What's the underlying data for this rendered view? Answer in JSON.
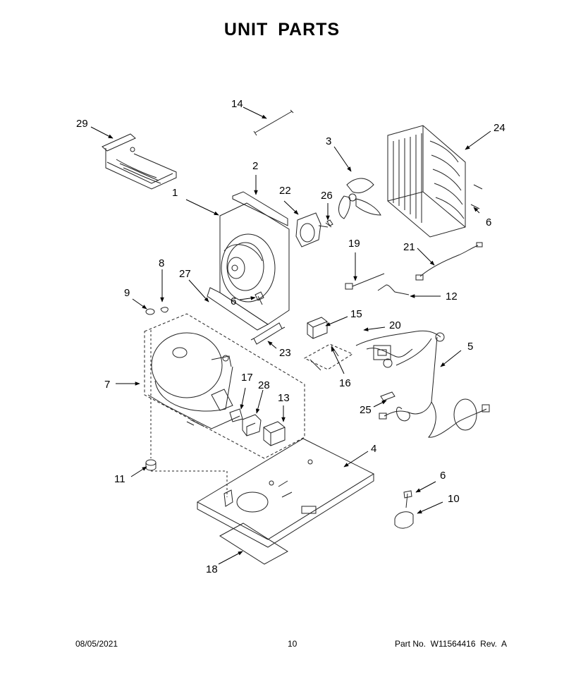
{
  "title": "UNIT PARTS",
  "footer": {
    "date": "08/05/2021",
    "page": "10",
    "part_number": "Part No.  W11564416  Rev.  A"
  },
  "callouts": [
    "1",
    "2",
    "3",
    "4",
    "5",
    "6",
    "6",
    "6",
    "6",
    "7",
    "8",
    "9",
    "10",
    "11",
    "12",
    "13",
    "14",
    "15",
    "16",
    "17",
    "18",
    "19",
    "20",
    "21",
    "22",
    "23",
    "24",
    "25",
    "26",
    "27",
    "28",
    "29"
  ]
}
